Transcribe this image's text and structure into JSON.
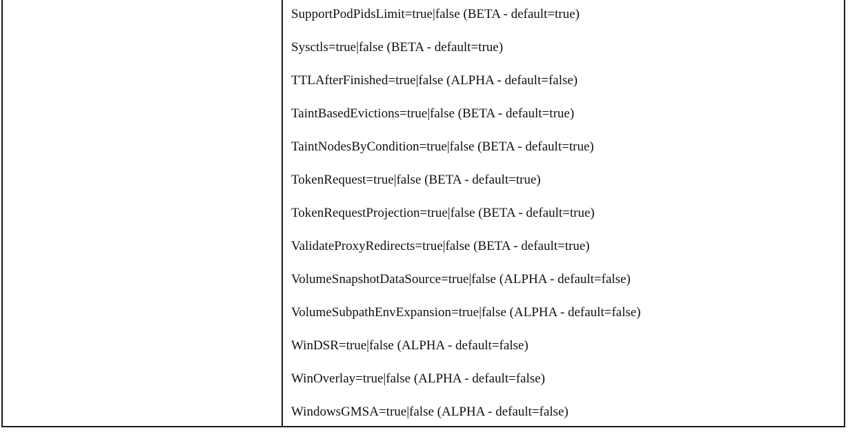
{
  "flags": [
    "SupportPodPidsLimit=true|false (BETA - default=true)",
    "Sysctls=true|false (BETA - default=true)",
    "TTLAfterFinished=true|false (ALPHA - default=false)",
    "TaintBasedEvictions=true|false (BETA - default=true)",
    "TaintNodesByCondition=true|false (BETA - default=true)",
    "TokenRequest=true|false (BETA - default=true)",
    "TokenRequestProjection=true|false (BETA - default=true)",
    "ValidateProxyRedirects=true|false (BETA - default=true)",
    "VolumeSnapshotDataSource=true|false (ALPHA - default=false)",
    "VolumeSubpathEnvExpansion=true|false (ALPHA - default=false)",
    "WinDSR=true|false (ALPHA - default=false)",
    "WinOverlay=true|false (ALPHA - default=false)",
    "WindowsGMSA=true|false (ALPHA - default=false)"
  ]
}
